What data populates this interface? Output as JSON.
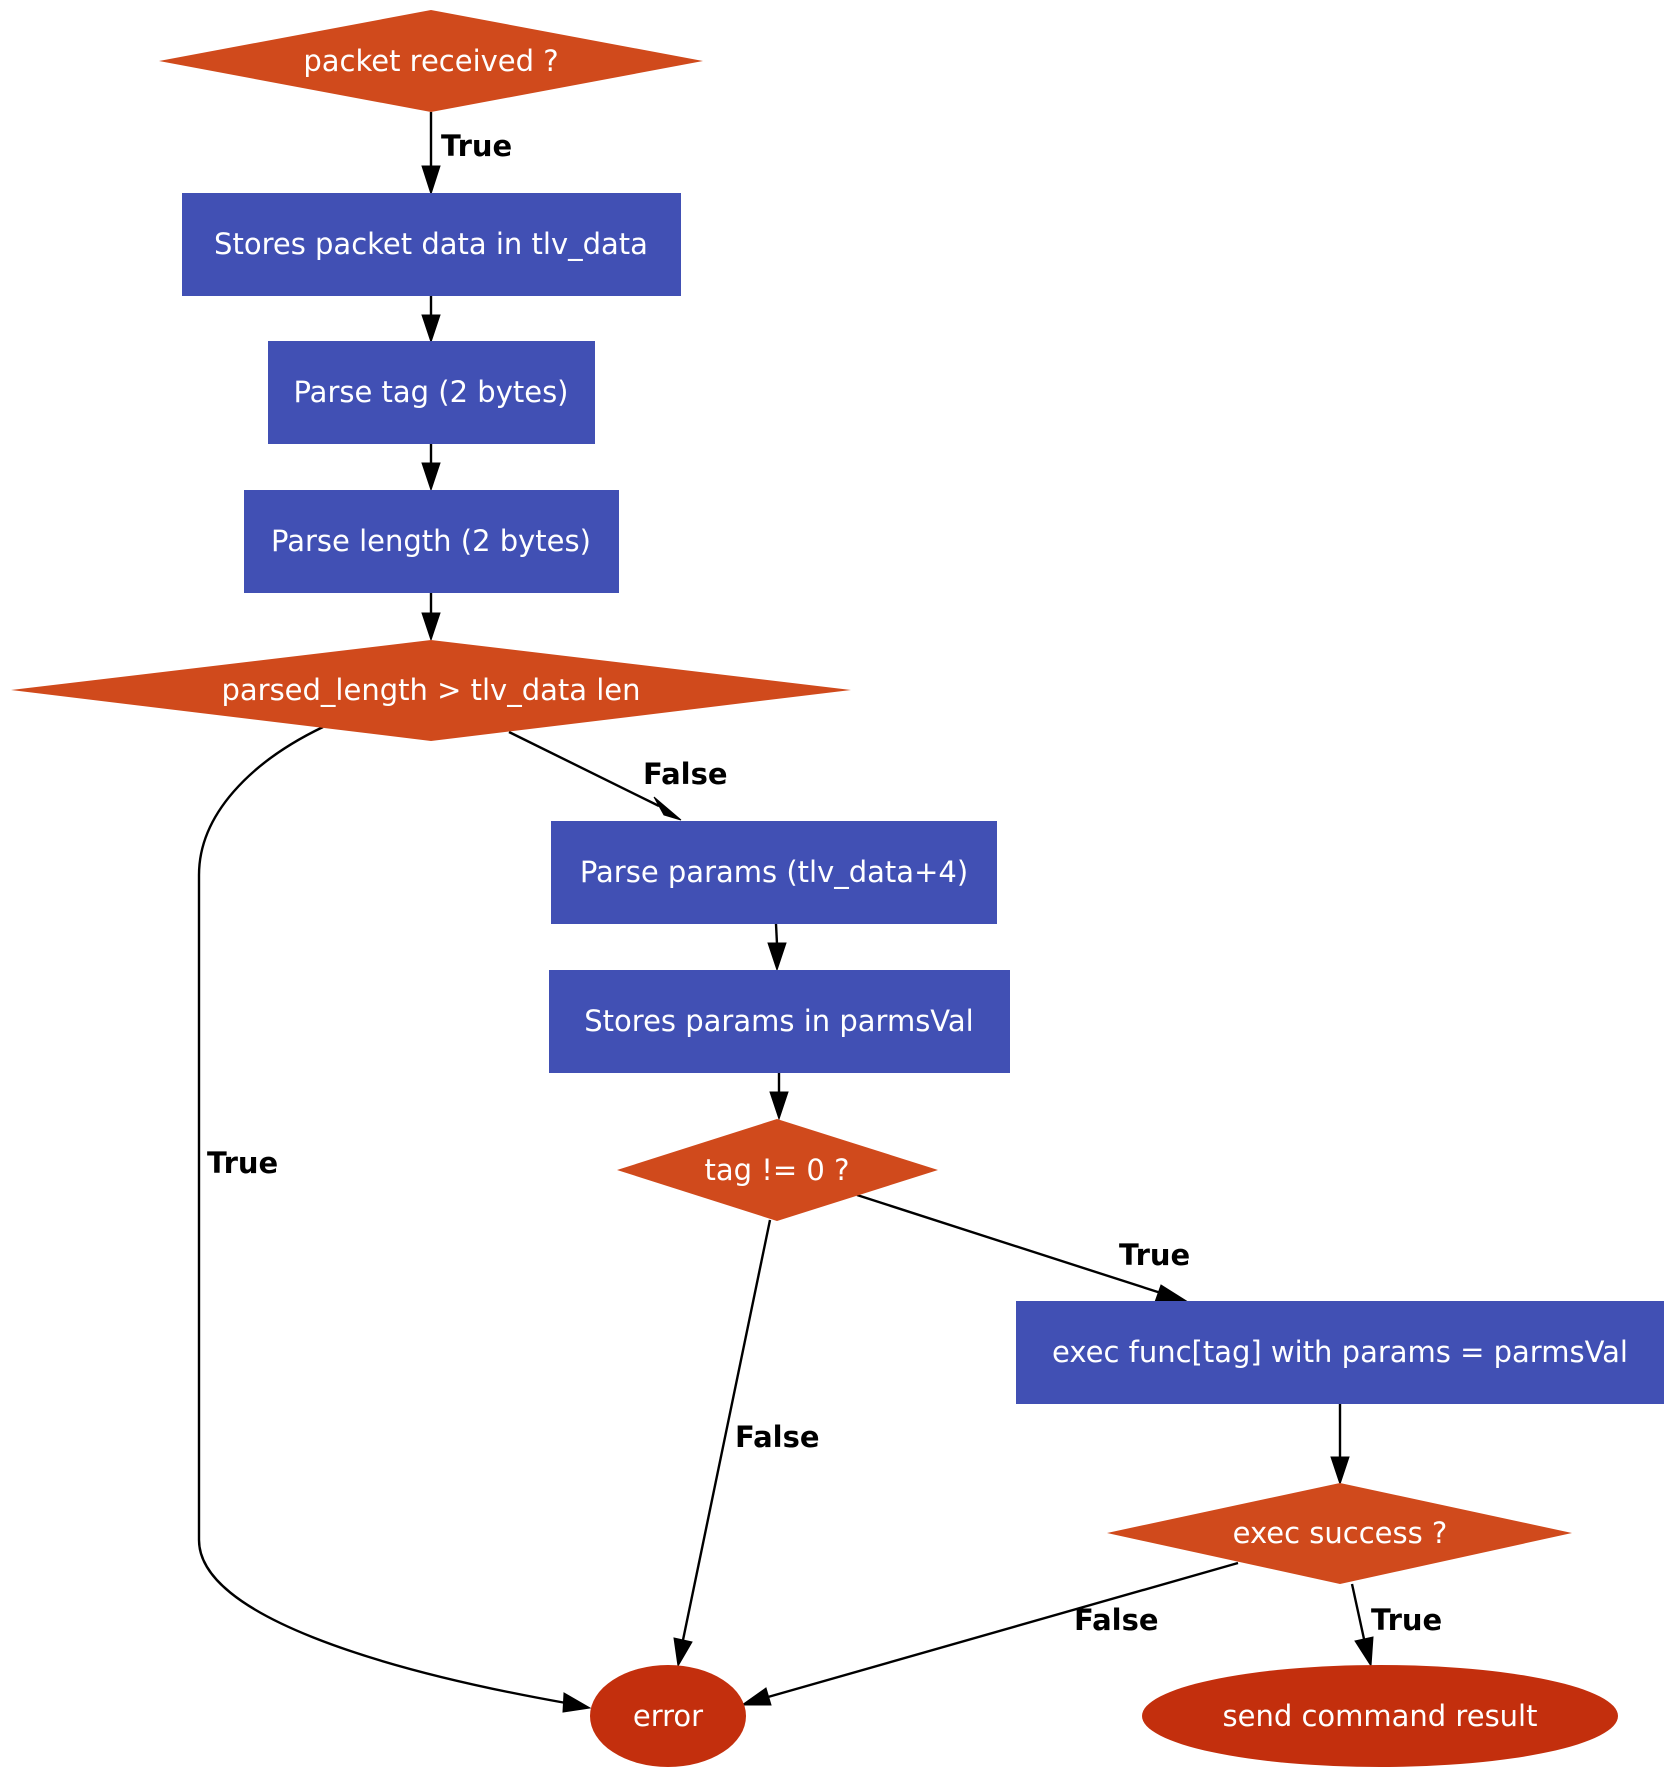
{
  "colors": {
    "decision": "#d04a1c",
    "process": "#4150b4",
    "terminal": "#c32f0d",
    "text": "#ffffff",
    "edge": "#000000"
  },
  "nodes": {
    "packet_received": "packet received ?",
    "store_packet": "Stores packet data in tlv_data",
    "parse_tag": "Parse tag (2 bytes)",
    "parse_length": "Parse length (2 bytes)",
    "length_check": "parsed_length > tlv_data len",
    "parse_params": "Parse params (tlv_data+4)",
    "store_params": "Stores params in parmsVal",
    "tag_check": "tag != 0 ?",
    "exec_func": "exec func[tag] with params = parmsVal",
    "exec_success": "exec success ?",
    "error": "error",
    "send_result": "send command result"
  },
  "edge_labels": {
    "packet_true": "True",
    "length_false": "False",
    "length_true": "True",
    "tag_true": "True",
    "tag_false": "False",
    "exec_false": "False",
    "exec_true": "True"
  }
}
